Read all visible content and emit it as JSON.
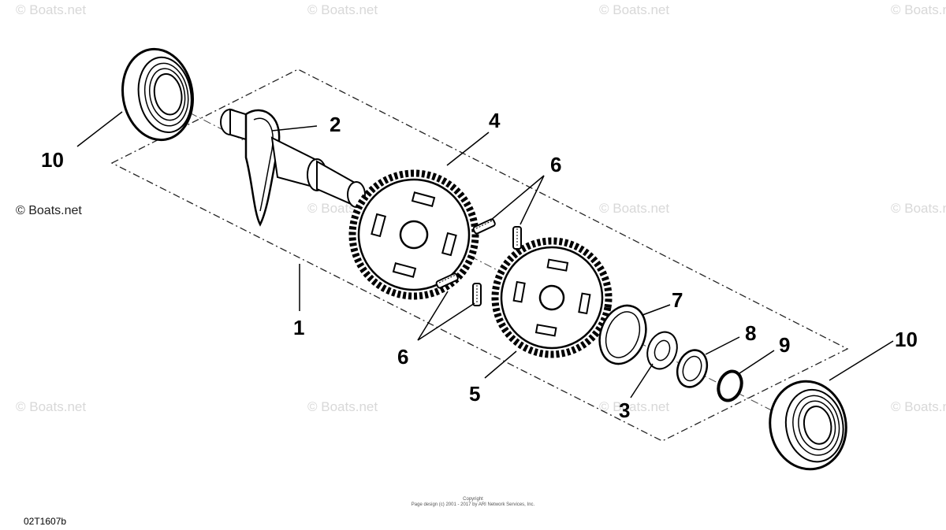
{
  "diagram": {
    "callouts": {
      "part_1": "1",
      "part_2": "2",
      "part_3": "3",
      "part_4": "4",
      "part_5": "5",
      "part_6_top": "6",
      "part_6_bottom": "6",
      "part_7": "7",
      "part_8": "8",
      "part_9": "9",
      "part_10_left": "10",
      "part_10_right": "10"
    },
    "watermark": "© Boats.net",
    "copyright_line1": "Copyright",
    "copyright_line2": "Page design (c) 2001 - 2017 by ARI Network Services, Inc.",
    "diagram_code": "02T1607b"
  }
}
